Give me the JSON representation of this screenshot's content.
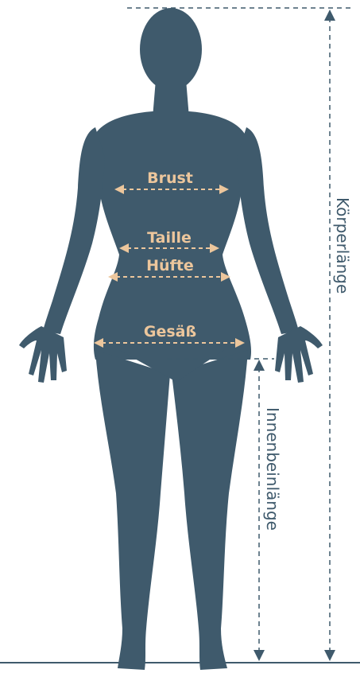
{
  "labels": {
    "chest": "Brust",
    "waist": "Taille",
    "hip": "Hüfte",
    "seat": "Gesäß",
    "body_length": "Körperlänge",
    "inseam": "Innenbeinlänge"
  },
  "colors": {
    "silhouette": "#3f5a6c",
    "measure": "#ecc69c",
    "background": "#ffffff"
  }
}
